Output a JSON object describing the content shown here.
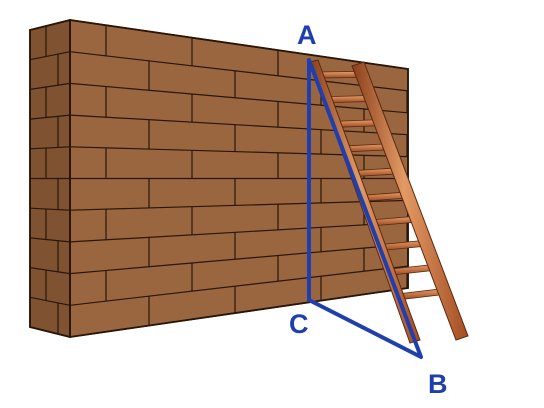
{
  "points": {
    "a": "A",
    "b": "B",
    "c": "C"
  },
  "colors": {
    "triangle": "#1f3fae",
    "label": "#1f3fae",
    "brick_front": "#9a6640",
    "brick_side": "#7f5232",
    "brick_top": "#8f5c38",
    "mortar": "#2a1608",
    "ladder_light": "#d98a56",
    "ladder_dark": "#8a3f1c"
  }
}
